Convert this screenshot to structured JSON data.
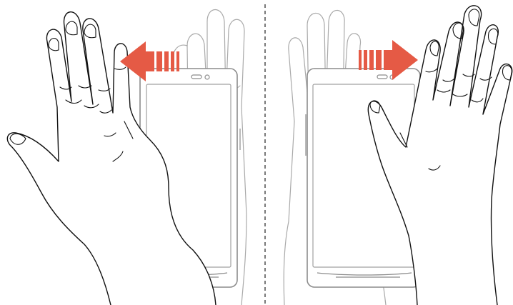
{
  "figure": {
    "panels": [
      {
        "id": "left",
        "gesture": "swipe-left",
        "arrow_direction": "left"
      },
      {
        "id": "right",
        "gesture": "swipe-right",
        "arrow_direction": "right"
      }
    ],
    "colors": {
      "arrow": "#e55a45",
      "solid_hand_stroke": "#111111",
      "ghost_stroke": "#9a9a9a",
      "divider": "#222222",
      "background": "#ffffff"
    }
  }
}
